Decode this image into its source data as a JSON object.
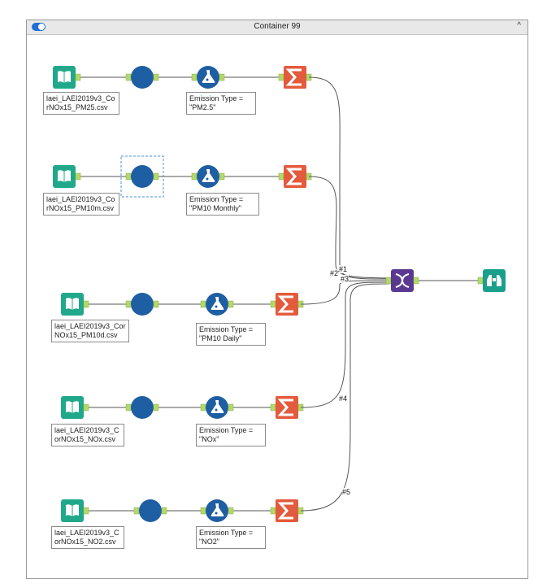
{
  "container": {
    "title": "Container 99",
    "toggle_icon": "toggle-on-icon",
    "collapse_icon": "caret-up-icon",
    "collapse_glyph": "^"
  },
  "rows": [
    {
      "input_label": "laei_LAEI2019v3_CorNOx15_PM25.csv",
      "filter_label": "Emission Type = \"PM2.5\""
    },
    {
      "input_label": "laei_LAEI2019v3_CorNOx15_PM10m.csv",
      "filter_label": "Emission Type = \"PM10 Monthly\""
    },
    {
      "input_label": "laei_LAEI2019v3_CorNOx15_PM10d.csv",
      "filter_label": "Emission Type = \"PM10 Daily\""
    },
    {
      "input_label": "laei_LAEI2019v3_CorNOx15_NOx.csv",
      "filter_label": "Emission Type = \"NOx\""
    },
    {
      "input_label": "laei_LAEI2019v3_CorNOx15_NO2.csv",
      "filter_label": "Emission Type = \"NO2\""
    }
  ],
  "connection_labels": [
    "#1",
    "#2",
    "#3",
    "#4",
    "#5"
  ],
  "tools": {
    "input": "book-icon",
    "select": "circle-icon",
    "filter": "flask-icon",
    "summarize": "sigma-icon",
    "union": "dna-icon",
    "browse": "binoculars-icon"
  },
  "colors": {
    "input": "#21a88a",
    "select": "#1e5ea3",
    "filter": "#1e5ea3",
    "summarize": "#e45a3c",
    "union": "#5a3a91",
    "browse": "#1aa08a",
    "anchor": "#b4d86a",
    "selection": "#4a90d9"
  }
}
